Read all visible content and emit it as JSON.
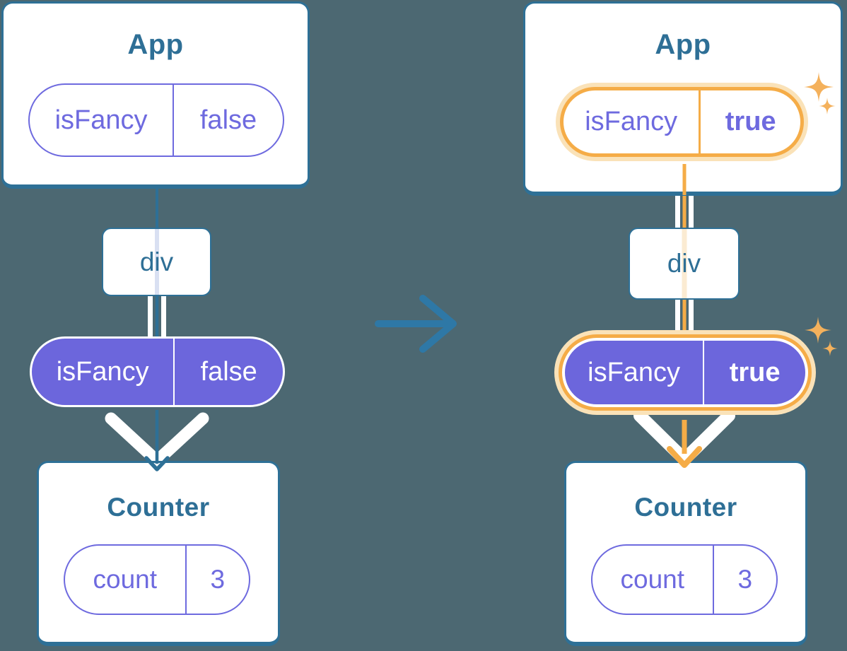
{
  "colors": {
    "background": "#4C6872",
    "card": "#FFFFFF",
    "teal_border": "#2E7096",
    "teal_text": "#2E6F96",
    "transition_arrow": "#2E78A6",
    "purple_text": "#6E6ADF",
    "purple_fill": "#6C66DC",
    "orange_highlight": "#F5AC47",
    "orange_pale": "#FAE2B8",
    "lavender_line": "#D9E0F2",
    "pale_orange_line": "#FBEBD2",
    "sparkle": "#F4B15C"
  },
  "left": {
    "app": {
      "title": "App",
      "prop_name": "isFancy",
      "prop_value": "false"
    },
    "div_label": "div",
    "pipe_prop": {
      "name": "isFancy",
      "value": "false"
    },
    "counter": {
      "title": "Counter",
      "state_name": "count",
      "state_value": "3"
    }
  },
  "right": {
    "app": {
      "title": "App",
      "prop_name": "isFancy",
      "prop_value": "true"
    },
    "div_label": "div",
    "pipe_prop": {
      "name": "isFancy",
      "value": "true"
    },
    "counter": {
      "title": "Counter",
      "state_name": "count",
      "state_value": "3"
    }
  }
}
